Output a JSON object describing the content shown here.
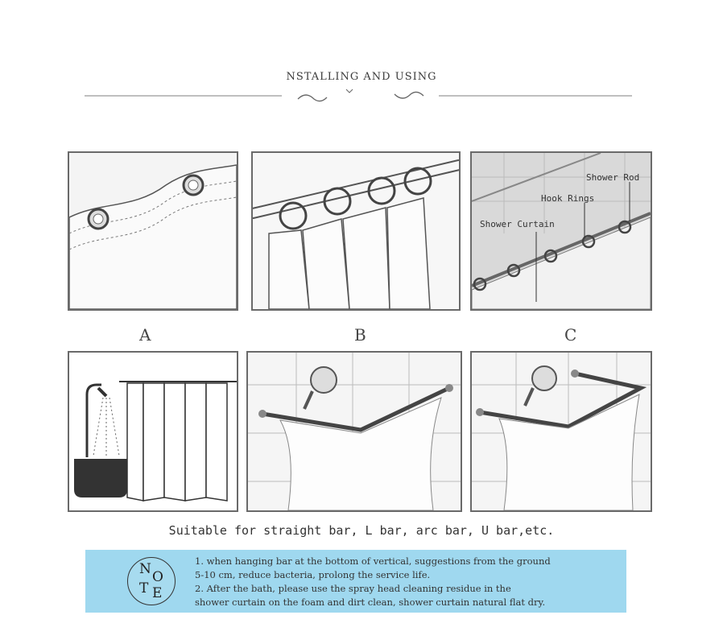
{
  "title": "NSTALLING AND USING",
  "labels": {
    "a": "A",
    "b": "B",
    "c": "C"
  },
  "callouts": {
    "rod": "Shower Rod",
    "rings": "Hook Rings",
    "curtain": "Shower Curtain"
  },
  "suitable_text": "Suitable for straight bar, L bar, arc bar, U bar,etc.",
  "note": {
    "badge": [
      "N",
      "O",
      "T",
      "E"
    ],
    "lines": [
      "1.  when hanging bar at the bottom of vertical, suggestions from the ground",
      "5-10 cm, reduce bacteria, prolong the service life.",
      "2.  After the bath, please use the spray head cleaning residue in the",
      "shower curtain on the foam and dirt clean, shower curtain natural flat dry."
    ]
  },
  "colors": {
    "note_bg": "#9fd8ef",
    "frame": "#6a6a6a"
  }
}
